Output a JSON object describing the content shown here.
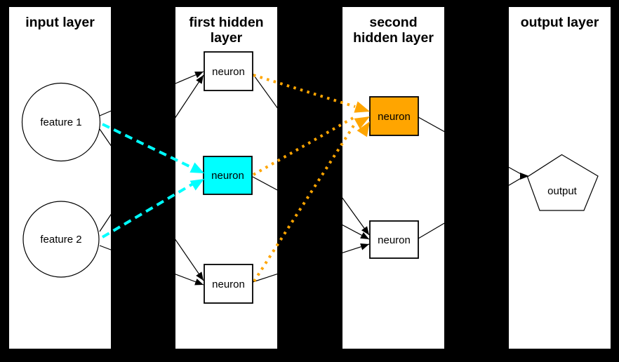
{
  "diagram": {
    "background": "#000000",
    "panel_fill": "#ffffff",
    "colors": {
      "cyan": "#00ffff",
      "orange": "#ffa500",
      "line": "#000000",
      "text": "#000000",
      "white": "#ffffff"
    },
    "layers": [
      {
        "id": "input-layer",
        "title": "input layer",
        "title_lines": [
          "input layer"
        ],
        "nodes": [
          {
            "id": "feature-1",
            "label": "feature 1",
            "shape": "circle",
            "fill": "#ffffff"
          },
          {
            "id": "feature-2",
            "label": "feature 2",
            "shape": "circle",
            "fill": "#ffffff"
          }
        ]
      },
      {
        "id": "first-hidden-layer",
        "title": "first hidden layer",
        "title_lines": [
          "first hidden",
          "layer"
        ],
        "nodes": [
          {
            "id": "h1-top",
            "label": "neuron",
            "shape": "box",
            "fill": "#ffffff"
          },
          {
            "id": "h1-middle",
            "label": "neuron",
            "shape": "box",
            "fill": "#00ffff"
          },
          {
            "id": "h1-bottom",
            "label": "neuron",
            "shape": "box",
            "fill": "#ffffff"
          }
        ]
      },
      {
        "id": "second-hidden-layer",
        "title": "second hidden layer",
        "title_lines": [
          "second",
          "hidden layer"
        ],
        "nodes": [
          {
            "id": "h2-top",
            "label": "neuron",
            "shape": "box",
            "fill": "#ffa500"
          },
          {
            "id": "h2-bottom",
            "label": "neuron",
            "shape": "box",
            "fill": "#ffffff"
          }
        ]
      },
      {
        "id": "output-layer",
        "title": "output layer",
        "title_lines": [
          "output layer"
        ],
        "nodes": [
          {
            "id": "output",
            "label": "output",
            "shape": "pentagon",
            "fill": "#ffffff"
          }
        ]
      }
    ],
    "edges": [
      {
        "from": "feature-1",
        "to": "h1-top",
        "style": "solid",
        "color": "#000000"
      },
      {
        "from": "feature-1",
        "to": "h1-bottom",
        "style": "solid",
        "color": "#000000"
      },
      {
        "from": "feature-2",
        "to": "h1-top",
        "style": "solid",
        "color": "#000000"
      },
      {
        "from": "feature-2",
        "to": "h1-bottom",
        "style": "solid",
        "color": "#000000"
      },
      {
        "from": "feature-1",
        "to": "h1-middle",
        "style": "dashed",
        "color": "#00ffff"
      },
      {
        "from": "feature-2",
        "to": "h1-middle",
        "style": "dashed",
        "color": "#00ffff"
      },
      {
        "from": "h1-top",
        "to": "h2-top",
        "style": "dotted",
        "color": "#ffa500"
      },
      {
        "from": "h1-middle",
        "to": "h2-top",
        "style": "dotted",
        "color": "#ffa500"
      },
      {
        "from": "h1-bottom",
        "to": "h2-top",
        "style": "dotted",
        "color": "#ffa500"
      },
      {
        "from": "h1-top",
        "to": "h2-bottom",
        "style": "solid",
        "color": "#000000"
      },
      {
        "from": "h1-middle",
        "to": "h2-bottom",
        "style": "solid",
        "color": "#000000"
      },
      {
        "from": "h1-bottom",
        "to": "h2-bottom",
        "style": "solid",
        "color": "#000000"
      },
      {
        "from": "h2-top",
        "to": "output",
        "style": "solid",
        "color": "#000000"
      },
      {
        "from": "h2-bottom",
        "to": "output",
        "style": "solid",
        "color": "#000000"
      }
    ]
  }
}
